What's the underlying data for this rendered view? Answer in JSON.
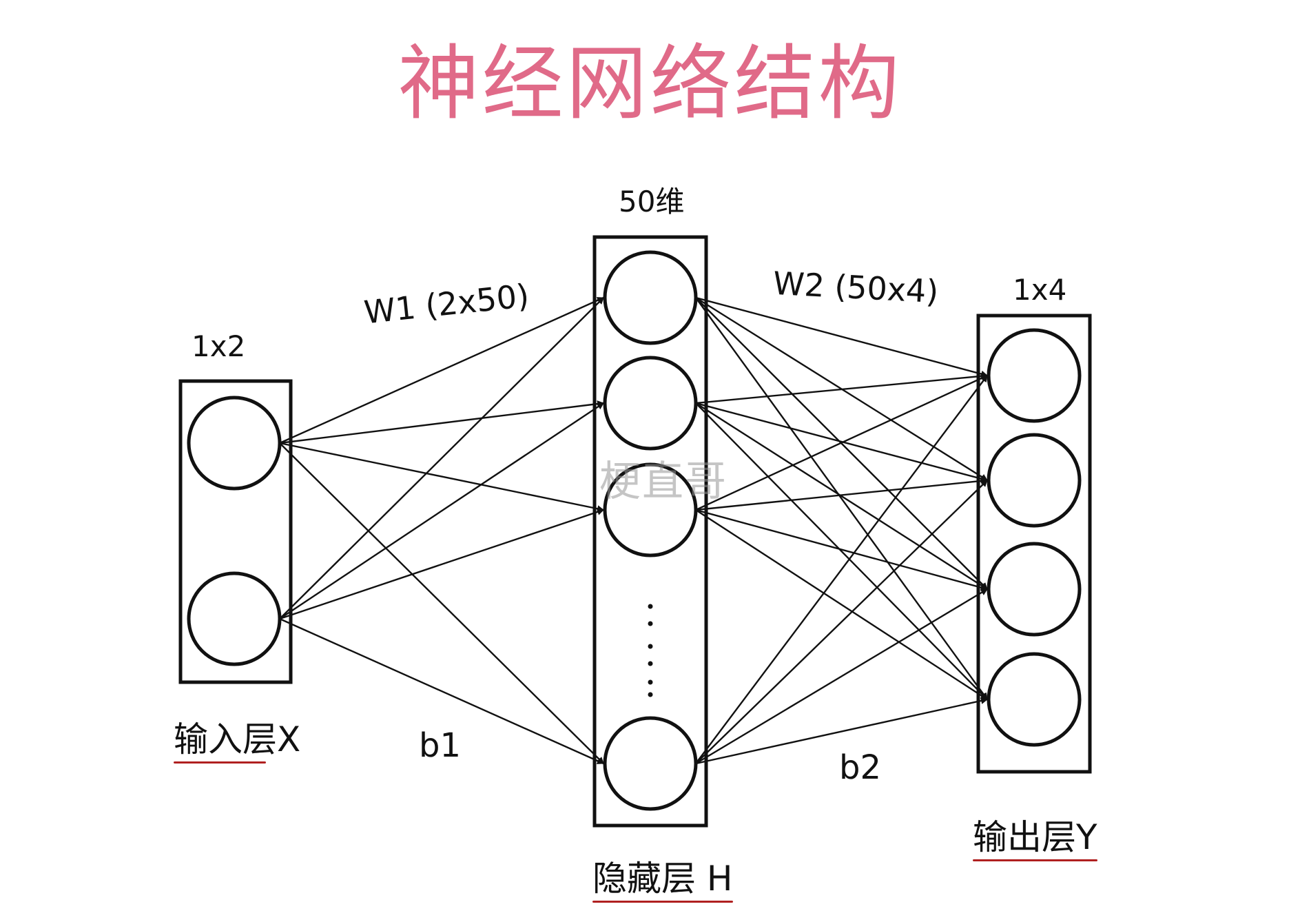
{
  "title": "神经网络结构",
  "watermark": "梗直哥",
  "colors": {
    "title": "#e06a88",
    "ink": "#111111",
    "underline": "#b02020",
    "watermark": "#969696"
  },
  "layers": {
    "input": {
      "label": "输入层X",
      "dim": "1x2",
      "neurons": 2,
      "ellipsis": false
    },
    "hidden": {
      "label": "隐藏层 H",
      "dim": "50维",
      "neurons_shown": 4,
      "neurons_total": 50,
      "ellipsis": true
    },
    "output": {
      "label": "输出层Y",
      "dim": "1x4",
      "neurons": 4,
      "ellipsis": false
    }
  },
  "connections": {
    "w1": {
      "label": "W1 (2x50)",
      "bias": "b1",
      "from": "input",
      "to": "hidden",
      "fully_connected": true
    },
    "w2": {
      "label": "W2 (50x4)",
      "bias": "b2",
      "from": "hidden",
      "to": "output",
      "fully_connected": true
    }
  }
}
